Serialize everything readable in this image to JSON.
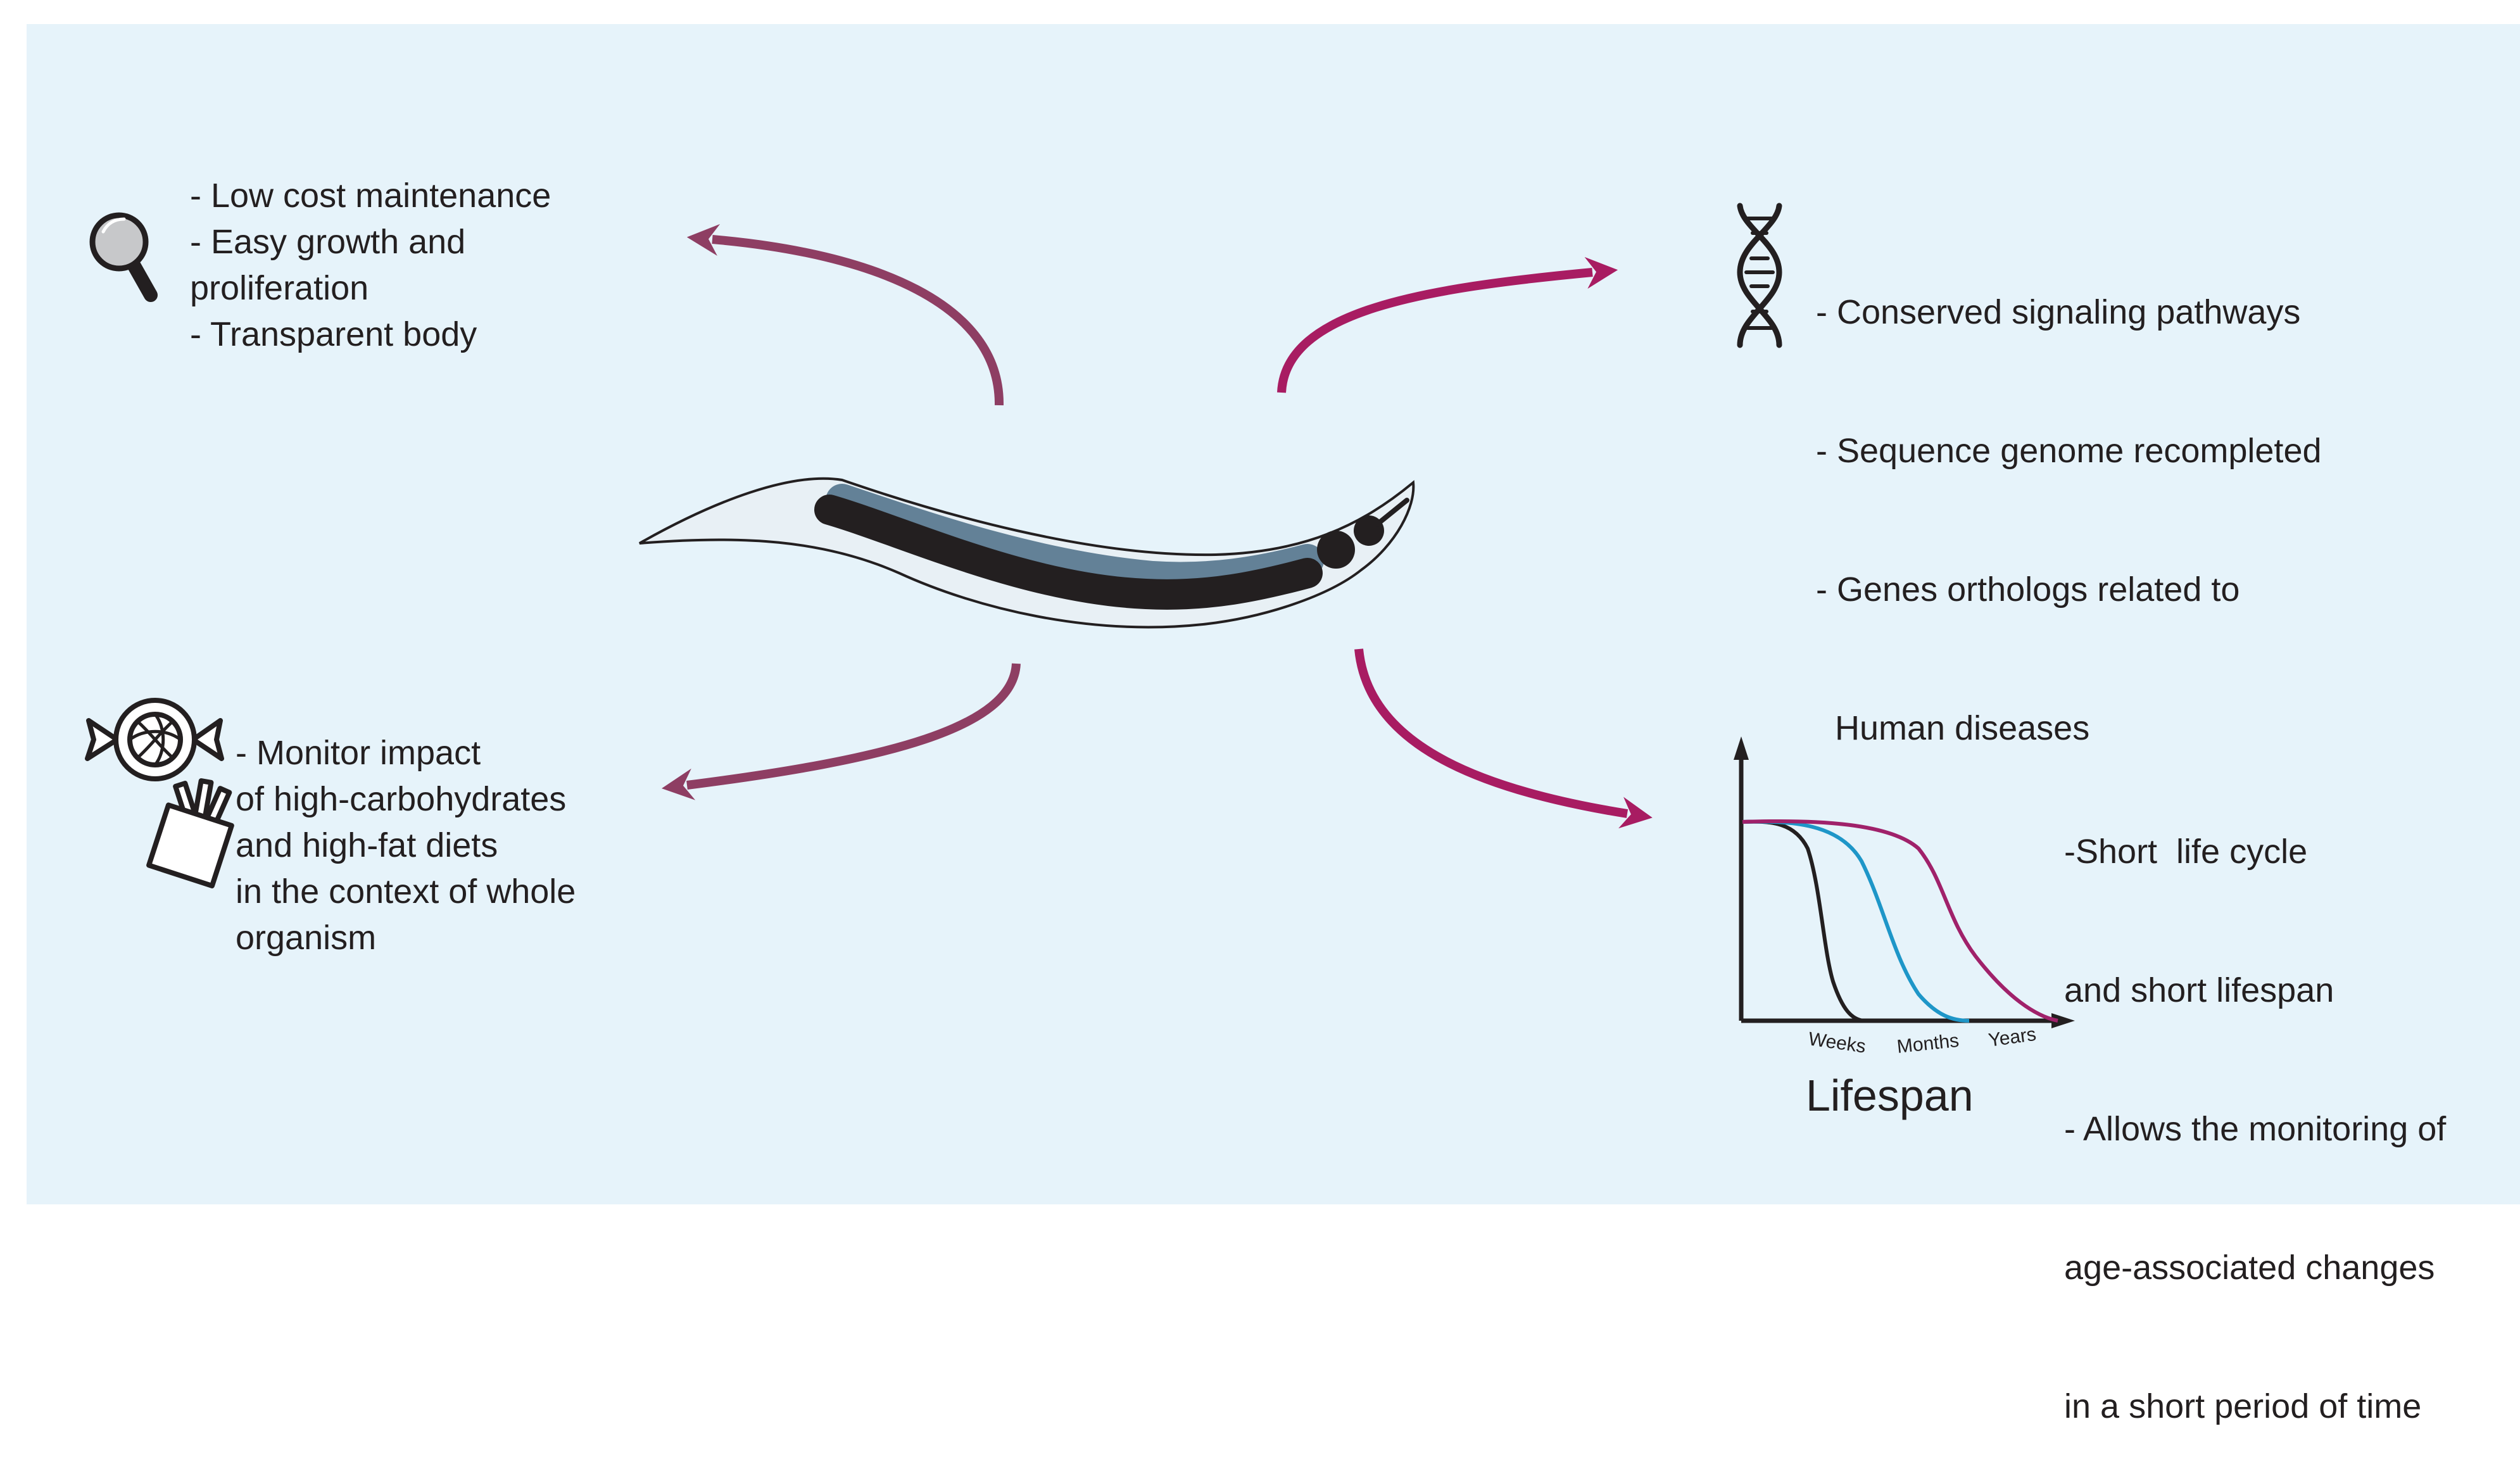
{
  "features": {
    "top_left": {
      "icon": "magnifier-icon",
      "lines": [
        "- Low cost maintenance",
        "- Easy growth and",
        "proliferation",
        "- Transparent body"
      ]
    },
    "top_right": {
      "icon": "dna-icon",
      "lines": [
        "- Conserved signaling pathways",
        "- Sequence genome recompleted",
        "- Genes orthologs related to",
        "  Human diseases"
      ]
    },
    "bottom_left": {
      "icons": [
        "candy-icon",
        "fast-food-icon"
      ],
      "lines": [
        "- Monitor impact",
        "of high-carbohydrates",
        "and high-fat diets",
        "in the context of whole",
        "organism"
      ]
    },
    "bottom_right": {
      "lines": [
        "-Short  life cycle",
        "and short lifespan",
        "- Allows the monitoring of",
        "age-associated changes",
        "in a short period of time"
      ]
    }
  },
  "lifespan_chart": {
    "title": "Lifespan",
    "ticks": [
      "Weeks",
      "Months",
      "Years"
    ],
    "curve_colors": [
      "#231f20",
      "#1e96c8",
      "#a0216a"
    ]
  },
  "colors": {
    "background": "#e6f3fa",
    "arrow_muted": "#8e3e63",
    "arrow_vivid": "#a81c62",
    "text": "#231f20"
  }
}
